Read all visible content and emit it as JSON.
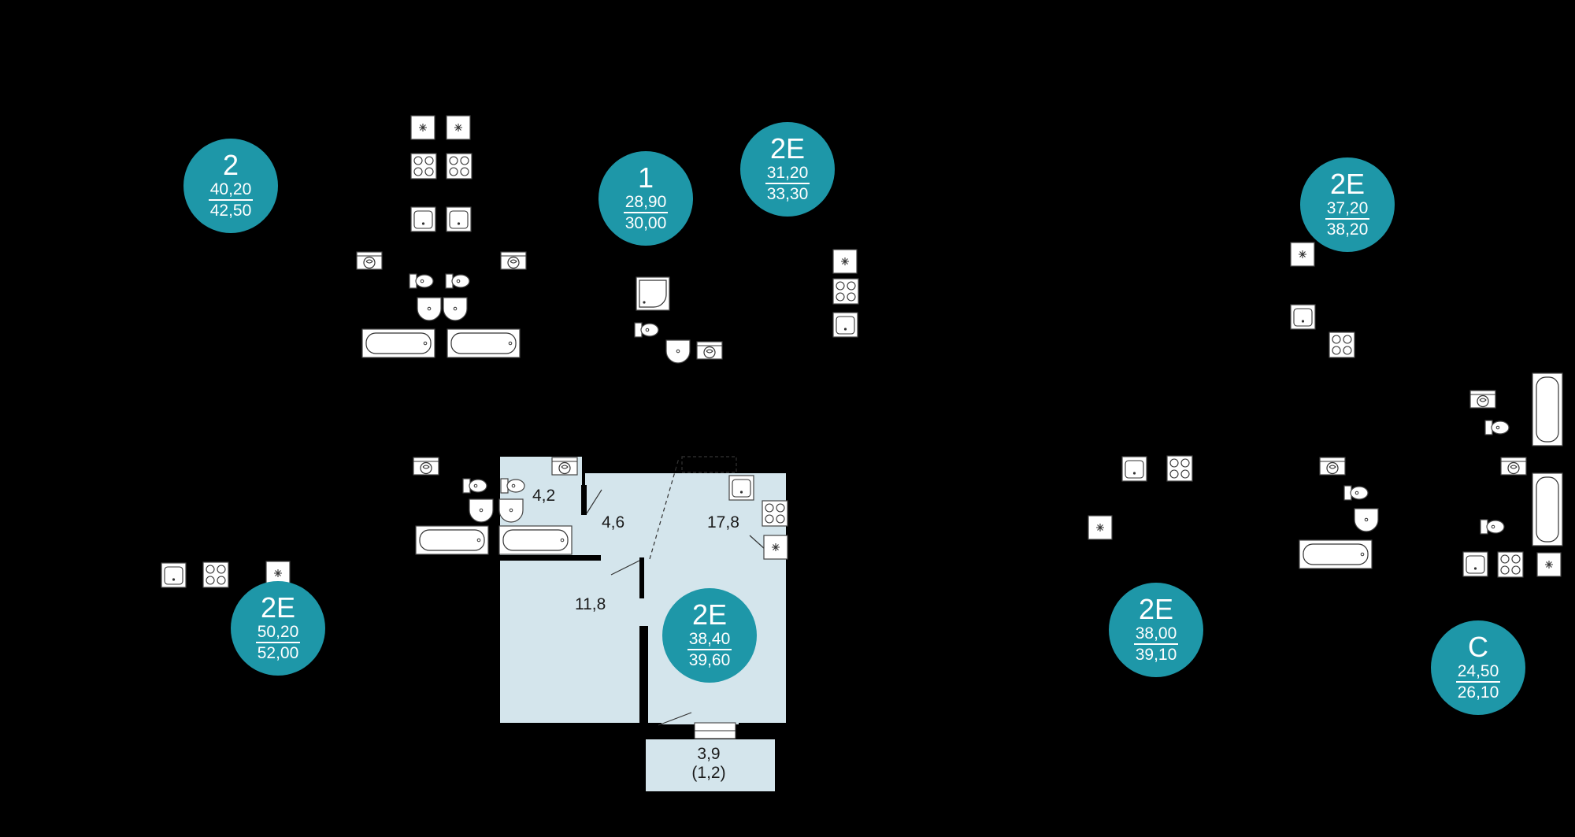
{
  "colors": {
    "background": "#000000",
    "badge": "#1e97a8",
    "room_fill": "#d4e5ec",
    "wall": "#000000",
    "fixture": "#ffffff"
  },
  "apartments": [
    {
      "type": "2",
      "living": "40,20",
      "total": "42,50"
    },
    {
      "type": "1",
      "living": "28,90",
      "total": "30,00"
    },
    {
      "type": "2E",
      "living": "31,20",
      "total": "33,30"
    },
    {
      "type": "2E",
      "living": "37,20",
      "total": "38,20"
    },
    {
      "type": "2E",
      "living": "50,20",
      "total": "52,00"
    },
    {
      "type": "2E",
      "living": "38,40",
      "total": "39,60"
    },
    {
      "type": "2E",
      "living": "38,00",
      "total": "39,10"
    },
    {
      "type": "C",
      "living": "24,50",
      "total": "26,10"
    }
  ],
  "rooms": {
    "bathroom": "4,2",
    "hallway": "4,6",
    "kitchen": "17,8",
    "bedroom": "11,8",
    "balcony_area": "3,9",
    "balcony_reduced": "(1,2)"
  },
  "icons": {
    "fridge": "fridge-icon",
    "stove": "stove-icon",
    "sink": "sink-icon",
    "washer": "washing-machine-icon",
    "toilet": "toilet-icon",
    "bathtub": "bathtub-icon",
    "shower": "shower-icon",
    "basin": "washbasin-icon"
  }
}
